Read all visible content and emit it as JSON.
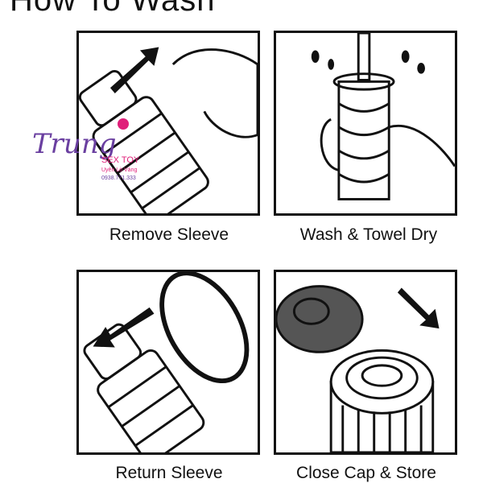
{
  "title": "How To Wash",
  "steps": [
    {
      "label": "Remove Sleeve",
      "icon": "remove-sleeve-illustration"
    },
    {
      "label": "Wash & Towel Dry",
      "icon": "wash-dry-illustration"
    },
    {
      "label": "Return Sleeve",
      "icon": "return-sleeve-illustration"
    },
    {
      "label": "Close Cap & Store",
      "icon": "close-cap-illustration"
    }
  ],
  "watermark": {
    "name": "Trung",
    "brand": "SEX TOY",
    "sub": "Uyên Lò Vàng",
    "phone": "0938.771.333"
  }
}
